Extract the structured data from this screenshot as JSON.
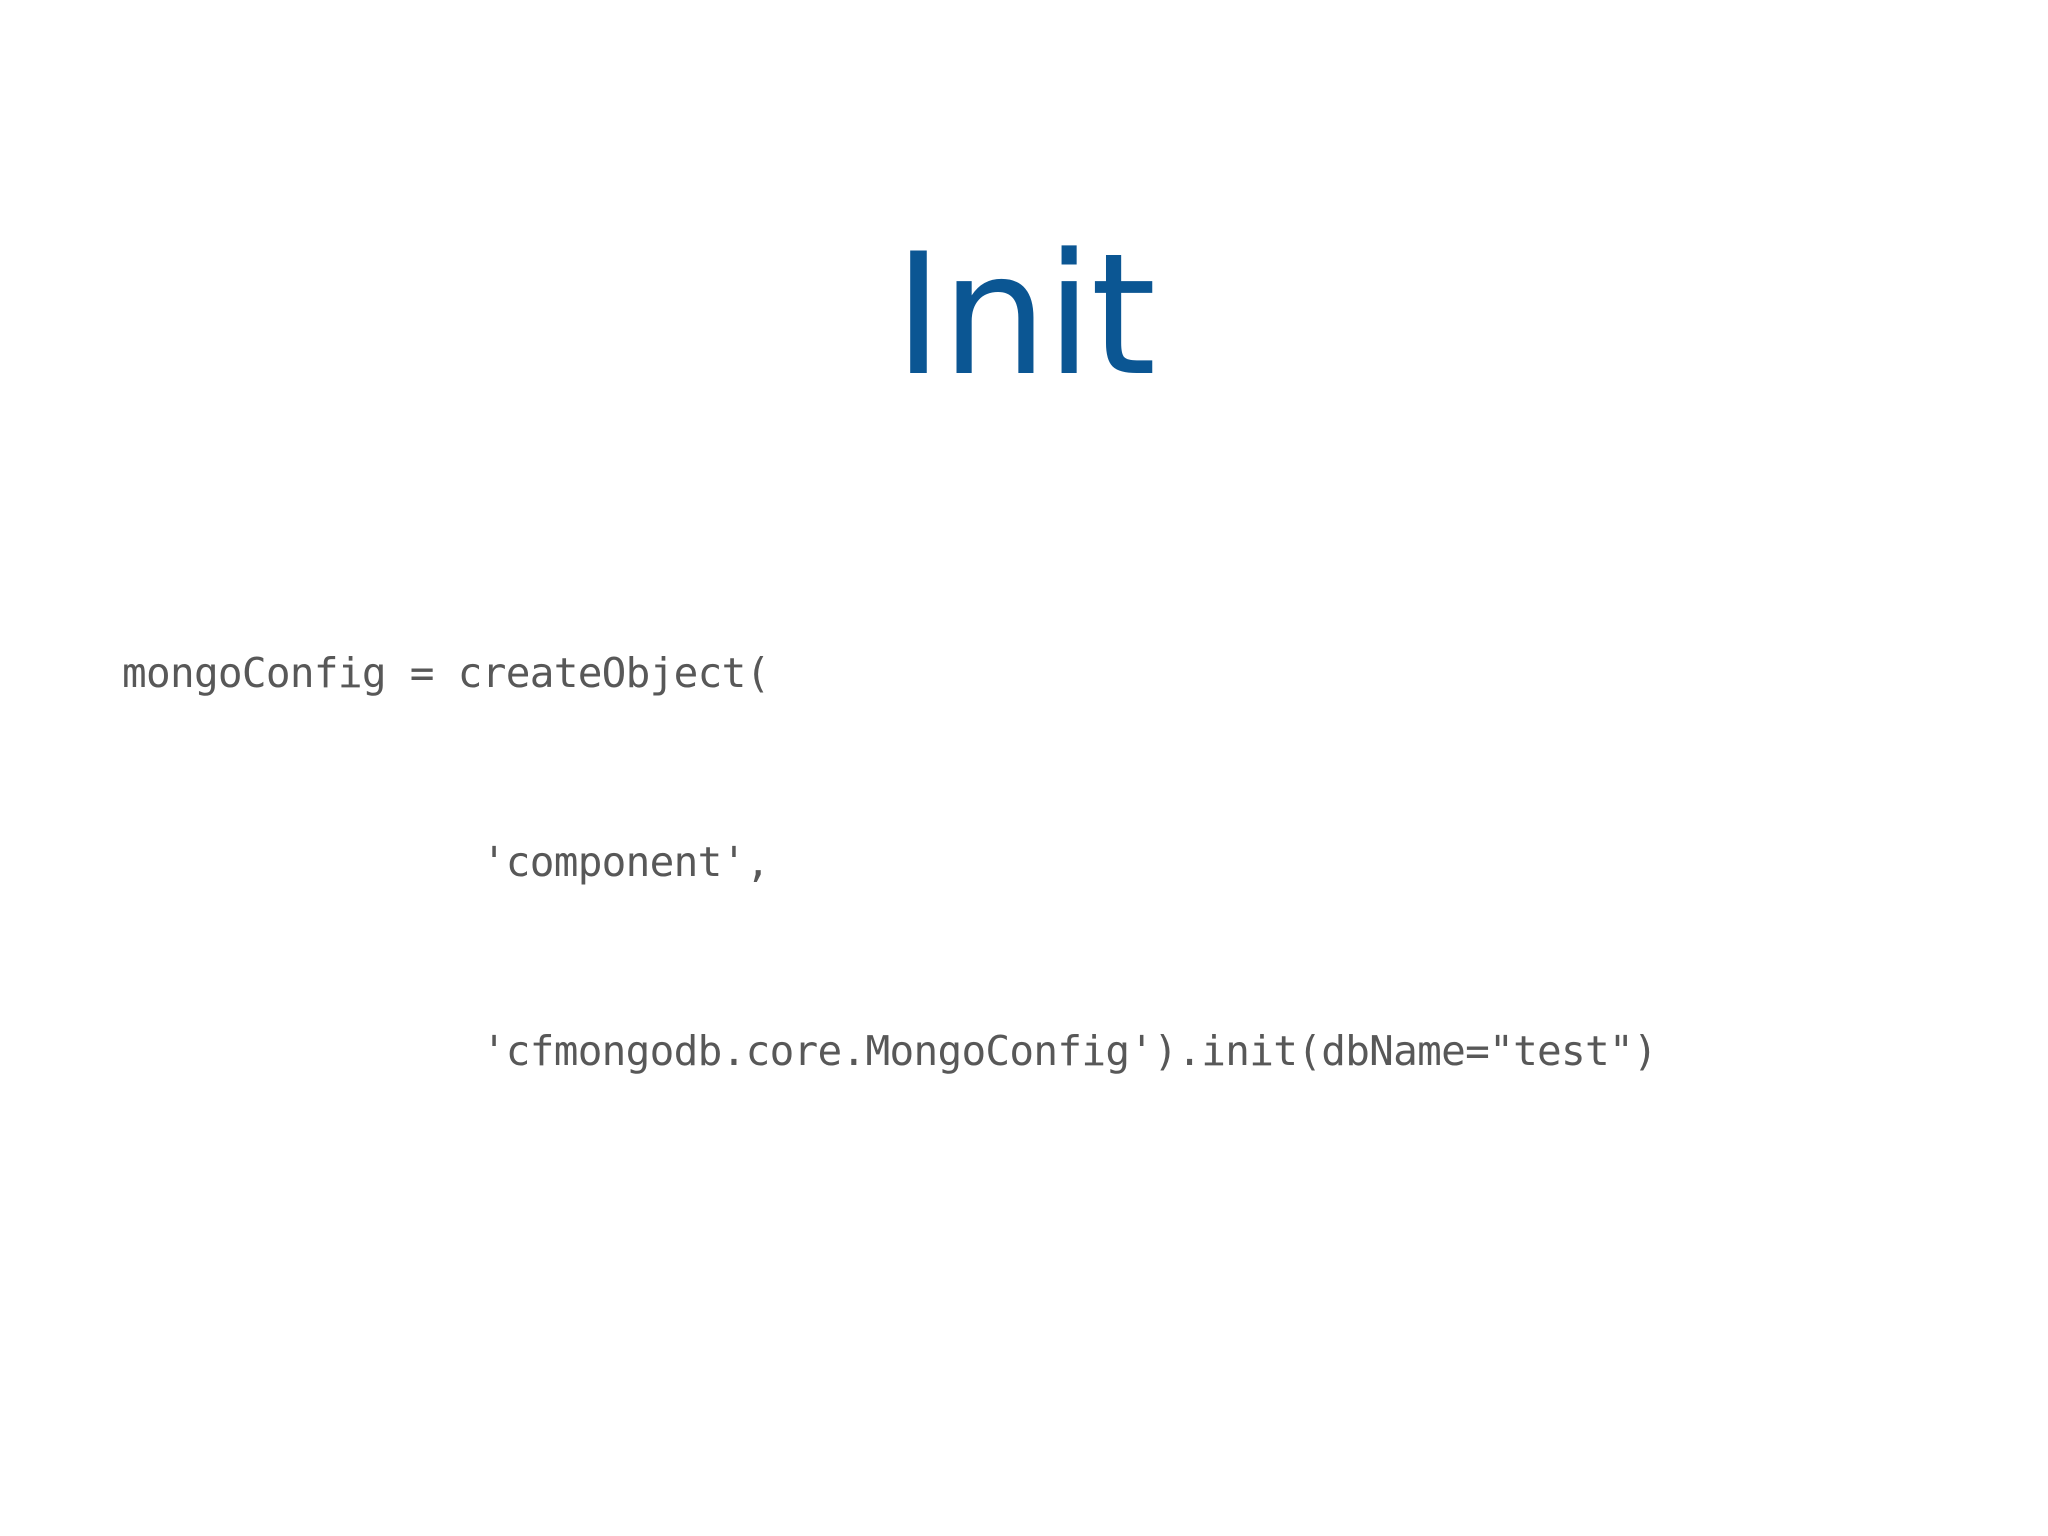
{
  "slide": {
    "background_color": "#ffffff",
    "title": "Init",
    "title_color": "#0b5693",
    "code_color": "#585858"
  },
  "code": {
    "language": "cfml",
    "lines": [
      "mongoConfig = createObject(",
      "               'component',",
      "               'cfmongodb.core.MongoConfig').init(dbName=\"test\")"
    ],
    "line_1": "mongoConfig = createObject(",
    "line_2": "               'component',",
    "line_3": "               'cfmongodb.core.MongoConfig').init(dbName=\"test\")"
  }
}
